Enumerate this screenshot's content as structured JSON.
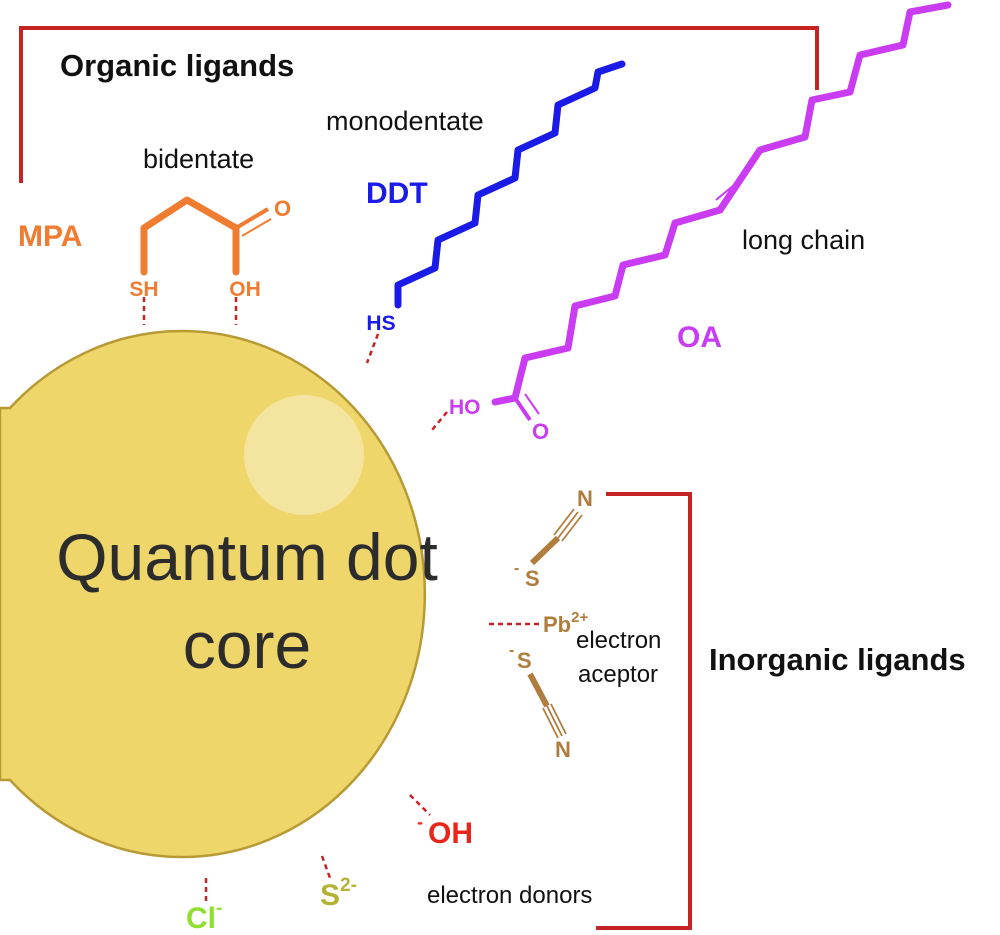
{
  "core": {
    "line1": "Quantum dot",
    "line2": "core",
    "fill": "#eed66b",
    "stroke": "#b89a35",
    "highlight": "#f3e5a0"
  },
  "organic": {
    "title": "Organic ligands",
    "mpa": {
      "name": "MPA",
      "type": "bidentate",
      "group1": "SH",
      "group2": "OH",
      "oxygen": "O",
      "color": "#f07c31"
    },
    "ddt": {
      "name": "DDT",
      "type": "monodentate",
      "group": "HS",
      "color": "#1b1be8"
    },
    "oa": {
      "name": "OA",
      "type": "long chain",
      "group": "HO",
      "oxygen": "O",
      "color": "#c93cf2"
    }
  },
  "inorganic": {
    "title": "Inorganic ligands",
    "thiocyanate_n": "N",
    "thiocyanate_s": "S",
    "minus": "-",
    "pb": "Pb",
    "pb_charge": "2+",
    "acceptor_line1": "electron",
    "acceptor_line2": "aceptor",
    "hydroxide": "OH",
    "sulfide": "S",
    "sulfide_charge": "2-",
    "chloride": "Cl",
    "donors": "electron donors",
    "scn_color": "#b07d3e",
    "oh_color": "#e8251b",
    "s_color": "#b2b234",
    "cl_color": "#8fe02e"
  },
  "bracket_color": "#c62424",
  "bond_color": "#c62424"
}
